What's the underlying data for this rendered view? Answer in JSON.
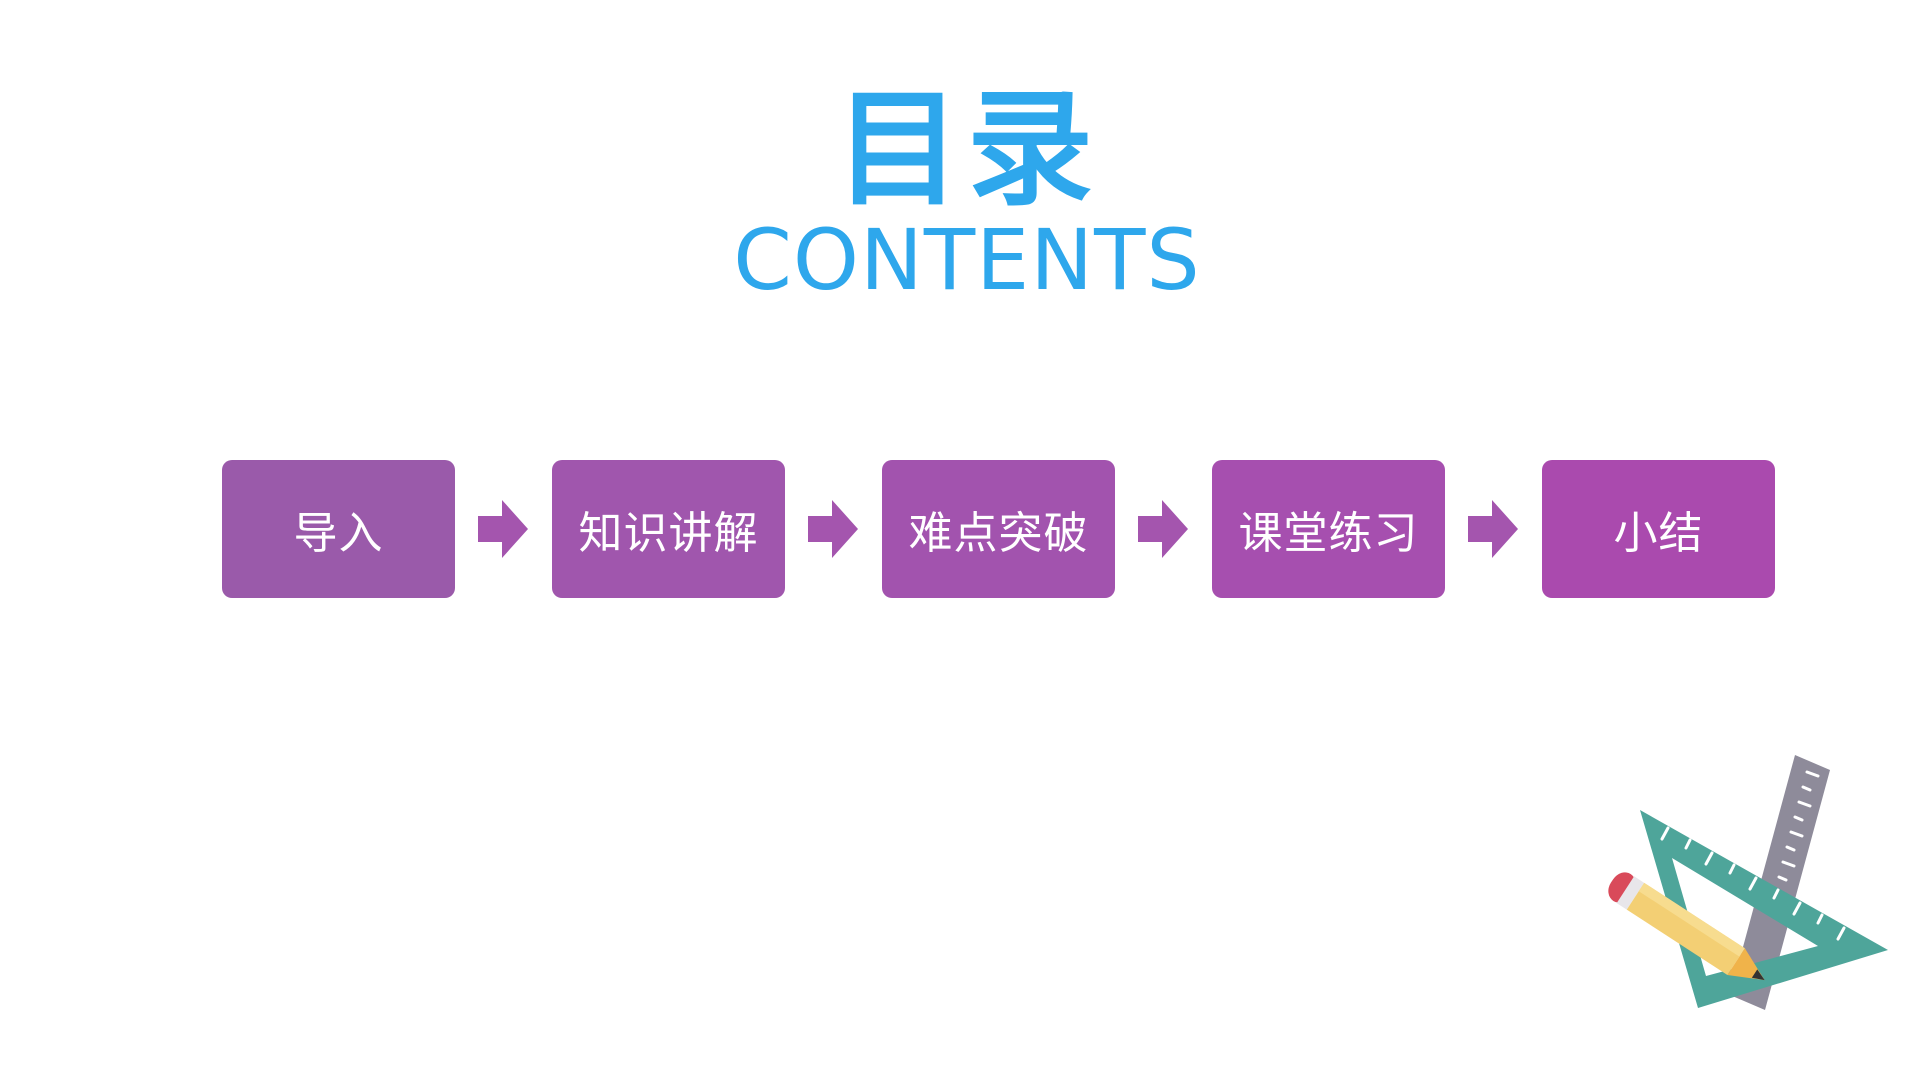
{
  "title": {
    "cn": "目录",
    "en": "CONTENTS"
  },
  "steps": [
    {
      "label": "导入",
      "color": "#9a5aaa"
    },
    {
      "label": "知识讲解",
      "color": "#a056ad"
    },
    {
      "label": "难点突破",
      "color": "#a253ae"
    },
    {
      "label": "课堂练习",
      "color": "#a64faf"
    },
    {
      "label": "小结",
      "color": "#aa4aae"
    }
  ],
  "colors": {
    "title": "#2ea7ec",
    "arrow": "#a455ae",
    "background": "#ffffff"
  },
  "icons": {
    "arrow": "right-arrow-icon",
    "illustration": "ruler-triangle-pencil-icon"
  }
}
